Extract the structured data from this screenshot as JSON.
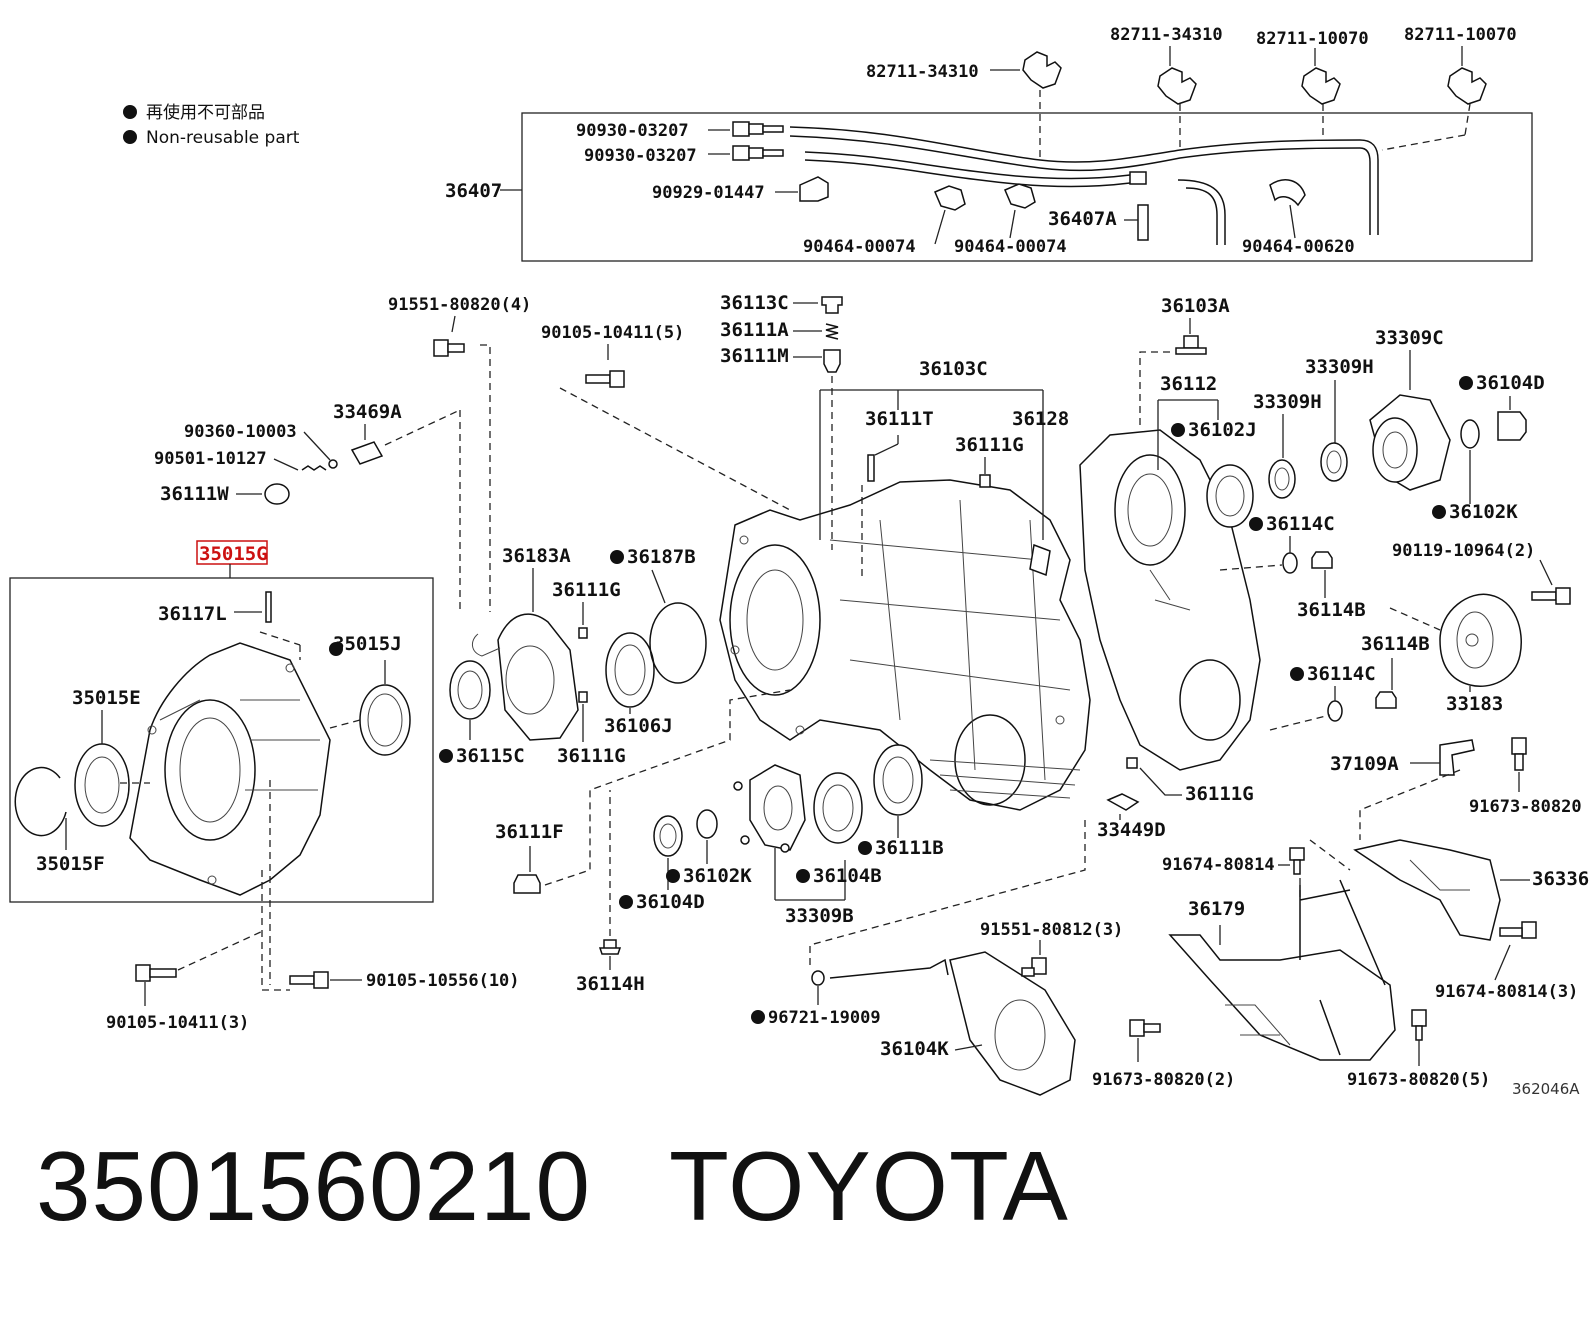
{
  "legend": {
    "cn": "再使用不可部品",
    "en": "Non-reusable part"
  },
  "diagram_ref": "362046A",
  "highlight_color": "#cc1111",
  "footer": {
    "part_number": "3501560210",
    "brand": "TOYOTA"
  },
  "labels": {
    "l82711_34310a": "82711-34310",
    "l82711_34310b": "82711-34310",
    "l82711_10070a": "82711-10070",
    "l82711_10070b": "82711-10070",
    "l90930_a": "90930-03207",
    "l90930_b": "90930-03207",
    "l36407": "36407",
    "l90929": "90929-01447",
    "l36407A": "36407A",
    "l90464_a": "90464-00074",
    "l90464_b": "90464-00074",
    "l90464_c": "90464-00620",
    "l91551_4": "91551-80820(4)",
    "l90105_5": "90105-10411(5)",
    "l36113C": "36113C",
    "l36111A": "36111A",
    "l36111M": "36111M",
    "l36103C": "36103C",
    "l36103A": "36103A",
    "l33309C": "33309C",
    "l36112": "36112",
    "l33309H_a": "33309H",
    "l33309H_b": "33309H",
    "l36104D_a": "36104D",
    "l33469A": "33469A",
    "l90360": "90360-10003",
    "l90501": "90501-10127",
    "l36111W": "36111W",
    "l36111T": "36111T",
    "l36128": "36128",
    "l36111G_a": "36111G",
    "l36102J": "36102J",
    "l36102K_a": "36102K",
    "l35015G": "35015G",
    "l36183A": "36183A",
    "l36187B": "36187B",
    "l36114C_a": "36114C",
    "l90119": "90119-10964(2)",
    "l36117L": "36117L",
    "l35015J": "35015J",
    "l36111G_b": "36111G",
    "l36114B_a": "36114B",
    "l35015E": "35015E",
    "l36114B_b": "36114B",
    "l36114C_b": "36114C",
    "l33183": "33183",
    "l36106J": "36106J",
    "l36115C": "36115C",
    "l36111G_c": "36111G",
    "l37109A": "37109A",
    "l91673_a": "91673-80820",
    "l36111F": "36111F",
    "l36111G_d": "36111G",
    "l33449D": "33449D",
    "l35015F": "35015F",
    "l36111B": "36111B",
    "l36102K_b": "36102K",
    "l36104B": "36104B",
    "l91674_a": "91674-80814",
    "l36336": "36336",
    "l36104D_b": "36104D",
    "l33309B": "33309B",
    "l36179": "36179",
    "l91551_3": "91551-80812(3)",
    "l90105_10": "90105-10556(10)",
    "l36114H": "36114H",
    "l91674_3": "91674-80814(3)",
    "l90105_3": "90105-10411(3)",
    "l96721": "96721-19009",
    "l36104K": "36104K",
    "l91673_2": "91673-80820(2)",
    "l91673_5": "91673-80820(5)"
  }
}
